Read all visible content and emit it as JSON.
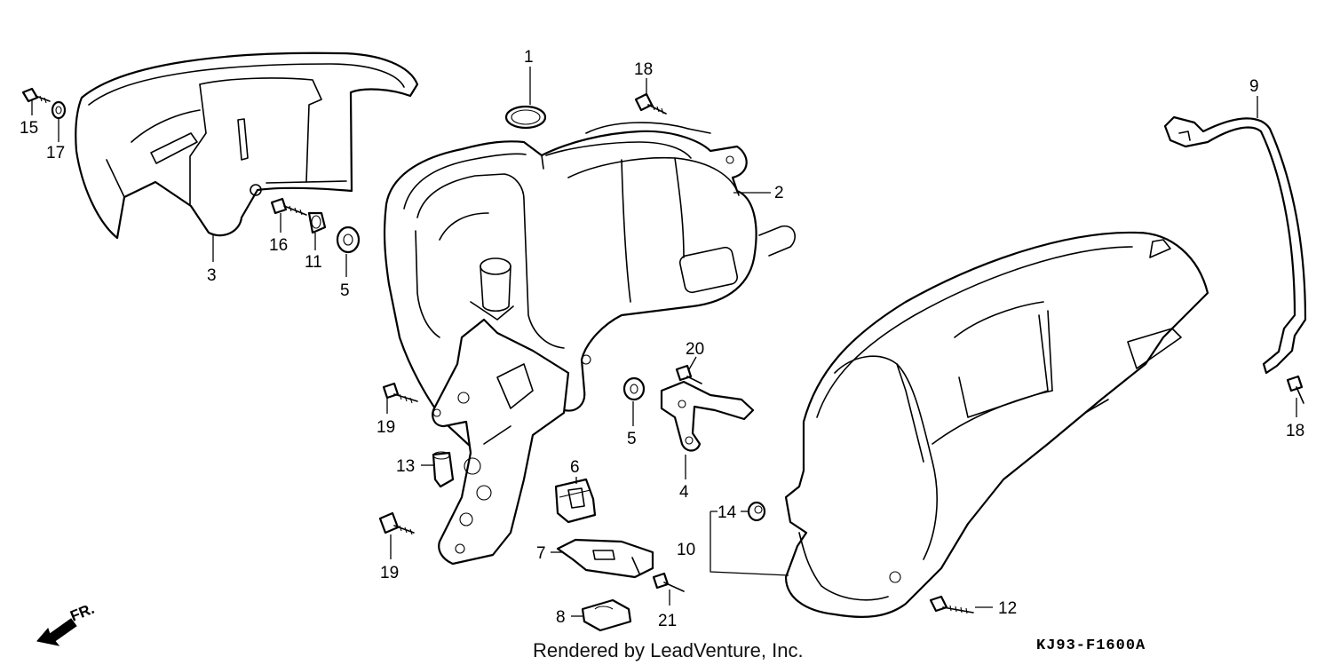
{
  "diagram": {
    "callouts": {
      "c1": "1",
      "c2": "2",
      "c3": "3",
      "c4": "4",
      "c5a": "5",
      "c5b": "5",
      "c6": "6",
      "c7": "7",
      "c8": "8",
      "c9": "9",
      "c10": "10",
      "c11": "11",
      "c12": "12",
      "c13": "13",
      "c14": "14",
      "c15": "15",
      "c16": "16",
      "c17": "17",
      "c18a": "18",
      "c18b": "18",
      "c19a": "19",
      "c19b": "19",
      "c20": "20",
      "c21": "21"
    },
    "direction_marker": "FR.",
    "footer_credit": "Rendered by LeadVenture, Inc.",
    "drawing_code": "KJ93-F1600A"
  }
}
